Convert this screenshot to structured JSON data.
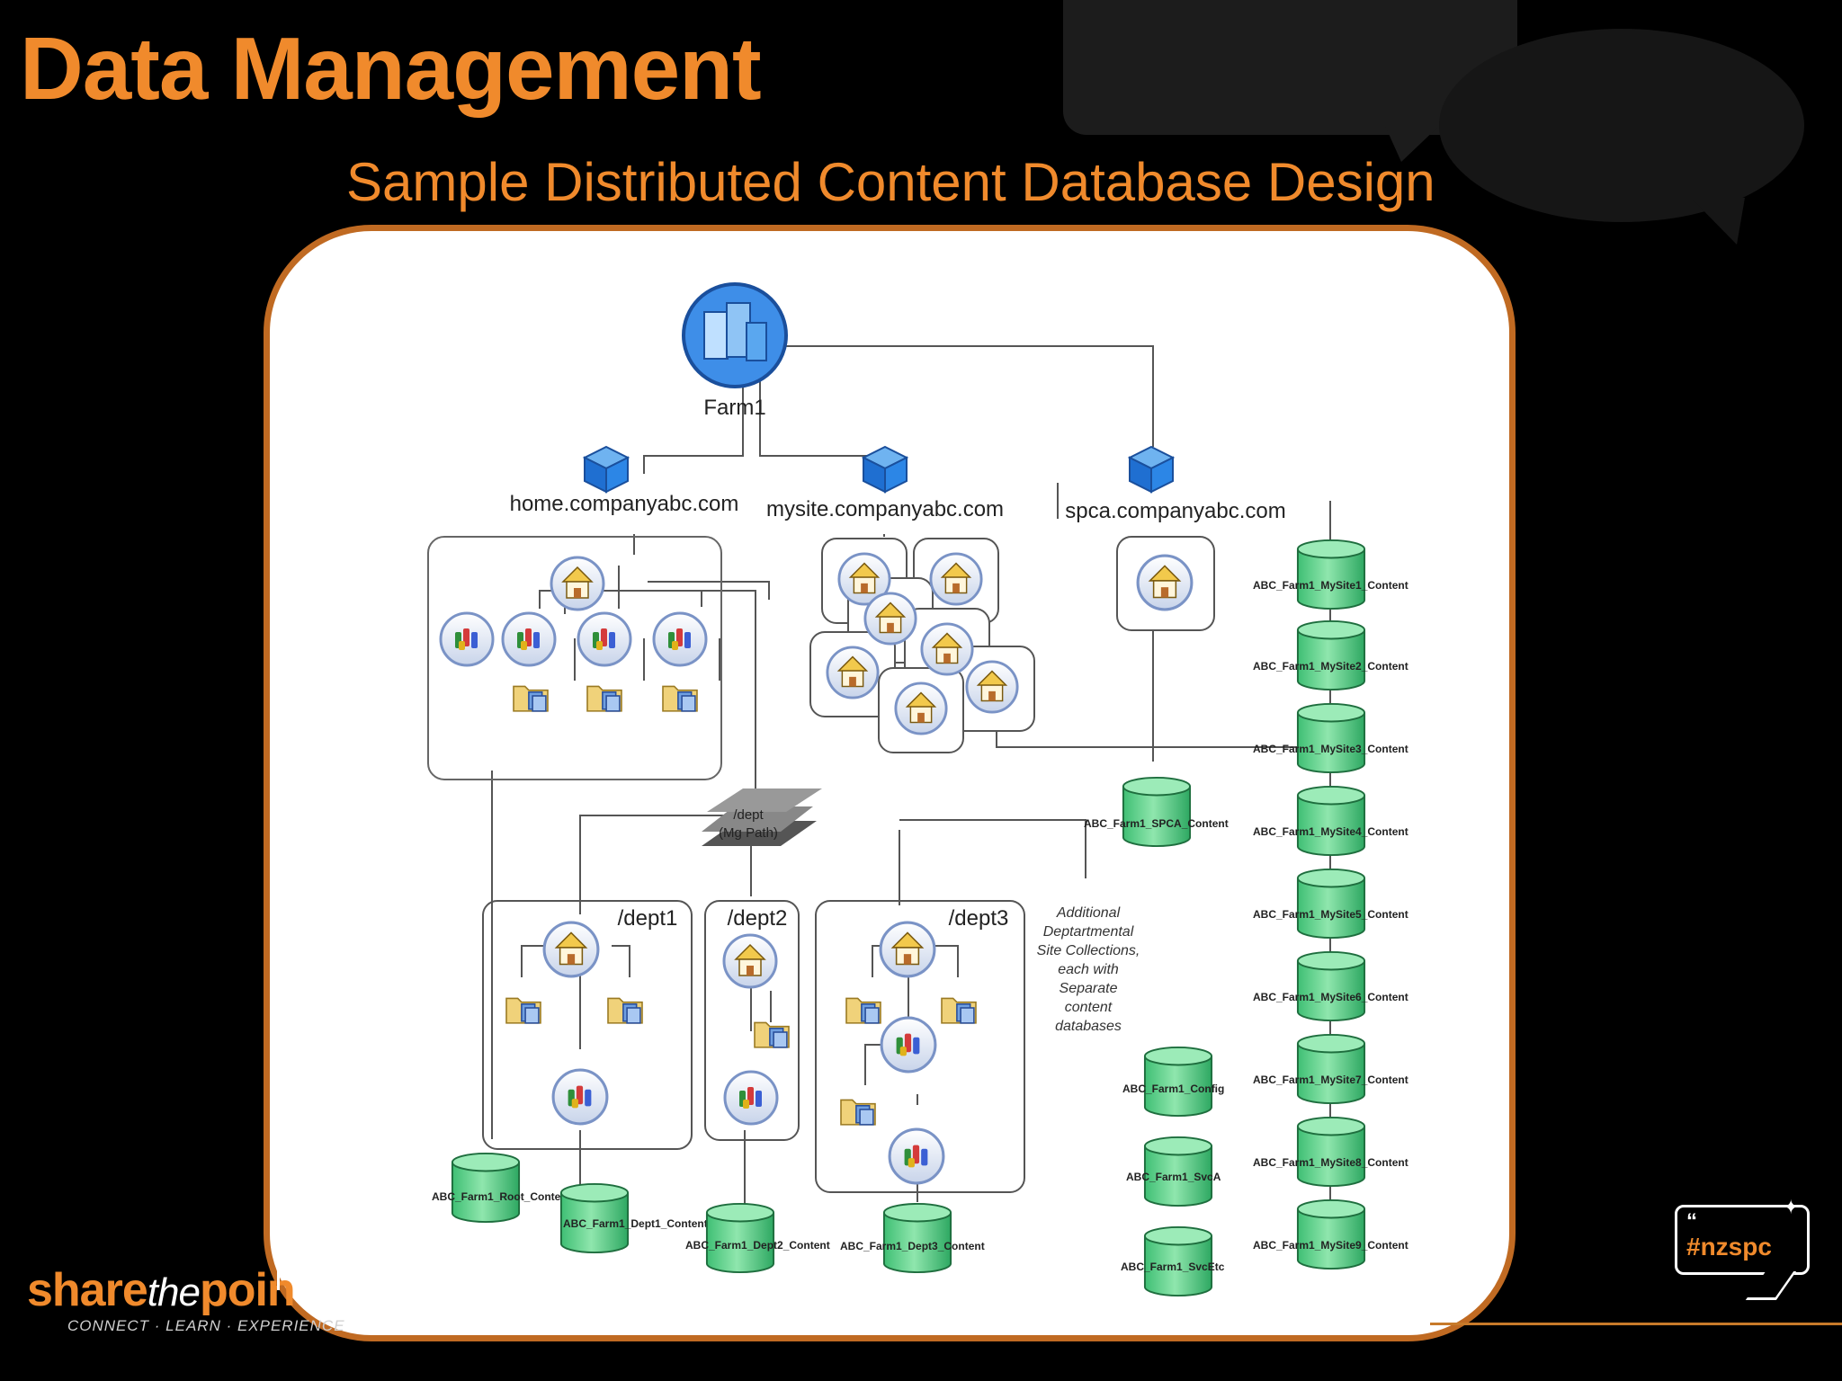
{
  "slide": {
    "title": "Data Management",
    "subtitle": "Sample Distributed Content Database Design"
  },
  "diagram": {
    "farm": "Farm1",
    "web_apps": {
      "home": "home.companyabc.com",
      "mysite": "mysite.companyabc.com",
      "spca": "spca.companyabc.com"
    },
    "managed_path": {
      "line1": "/dept",
      "line2": "(Mg Path)"
    },
    "depts": {
      "dept1": "/dept1",
      "dept2": "/dept2",
      "dept3": "/dept3"
    },
    "note": [
      "Additional",
      "Deptartmental",
      "Site Collections,",
      "each with",
      "Separate",
      "content",
      "databases"
    ],
    "databases": {
      "root": "ABC_Farm1_Root_Content",
      "dept1": "ABC_Farm1_Dept1_Content",
      "dept2": "ABC_Farm1_Dept2_Content",
      "dept3": "ABC_Farm1_Dept3_Content",
      "spca": "ABC_Farm1_SPCA_Content",
      "config": "ABC_Farm1_Config",
      "svca": "ABC_Farm1_SvcA",
      "svcetc": "ABC_Farm1_SvcEtc",
      "mysites": [
        "ABC_Farm1_MySite1_Content",
        "ABC_Farm1_MySite2_Content",
        "ABC_Farm1_MySite3_Content",
        "ABC_Farm1_MySite4_Content",
        "ABC_Farm1_MySite5_Content",
        "ABC_Farm1_MySite6_Content",
        "ABC_Farm1_MySite7_Content",
        "ABC_Farm1_MySite8_Content",
        "ABC_Farm1_MySite9_Content"
      ]
    }
  },
  "branding": {
    "logo_share": "share",
    "logo_the": "the",
    "logo_point": "poin",
    "logo_tagline": "CONNECT · LEARN · EXPERIENCE",
    "badge_quote": "“",
    "badge_tag": "#nzspc"
  }
}
